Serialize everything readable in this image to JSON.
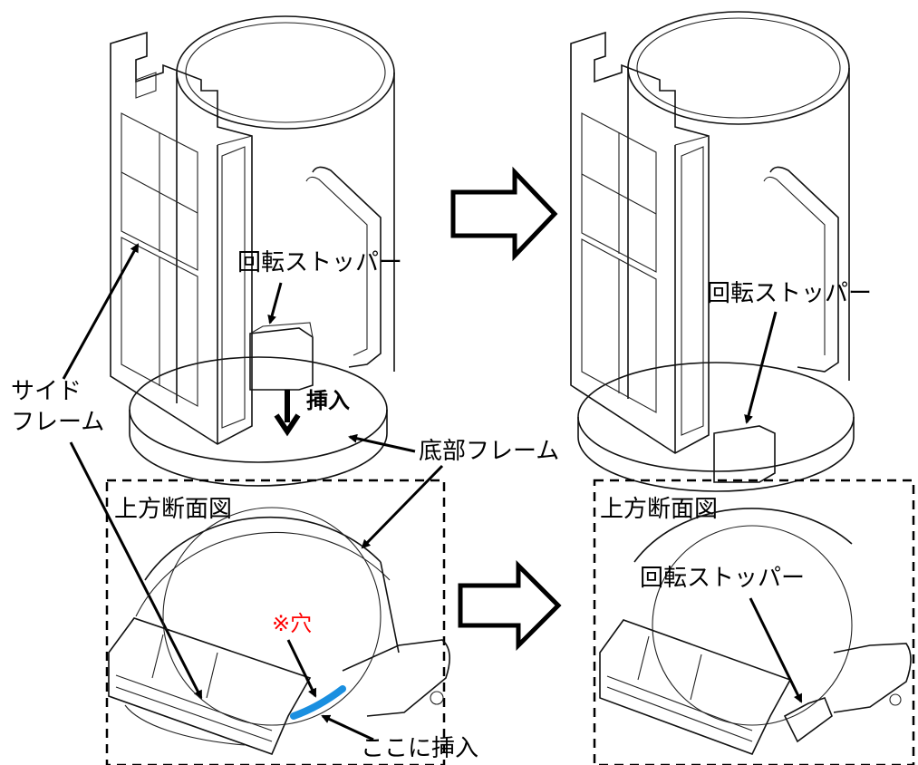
{
  "labels": {
    "stopper_top_left": "回転ストッパー",
    "insert_arrow": "挿入",
    "side_frame_line1": "サイド",
    "side_frame_line2": "フレーム",
    "bottom_frame": "底部フレーム",
    "stopper_top_right": "回転ストッパー",
    "section_left_title": "上方断面図",
    "section_right_title": "上方断面図",
    "hole_note": "※穴",
    "insert_here": "ここに挿入",
    "stopper_bottom_right": "回転ストッパー"
  },
  "colors": {
    "hole_note": "#ff0000",
    "insert_slot": "#1a8fe0",
    "line": "#111111"
  },
  "icons": {
    "big_arrow_top": "outlined-right-arrow-icon",
    "big_arrow_bottom": "outlined-right-arrow-icon"
  }
}
